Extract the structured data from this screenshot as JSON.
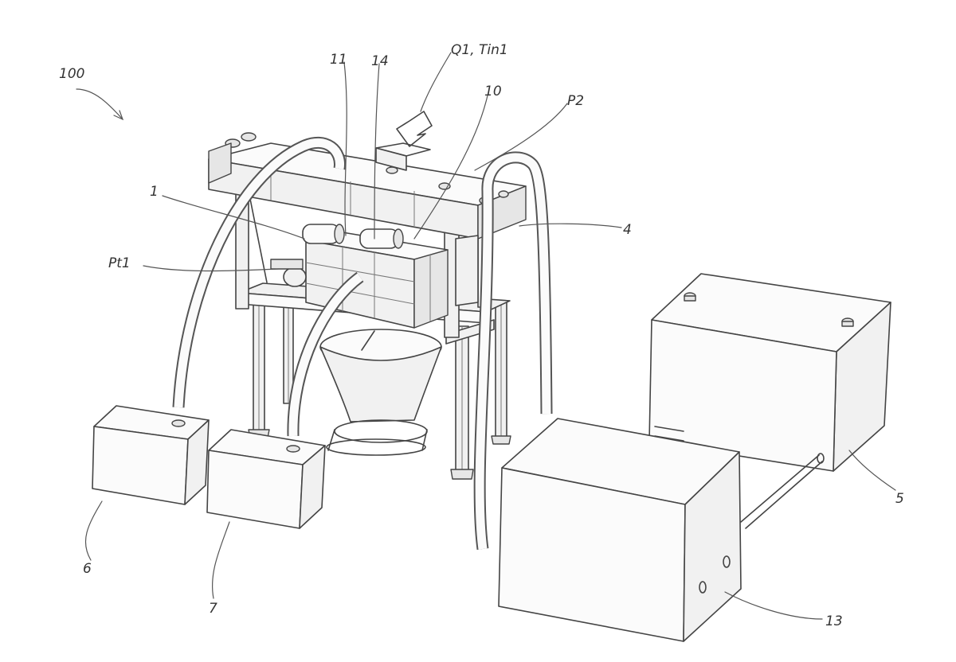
{
  "labels": {
    "system": "100",
    "module": "1",
    "sensor_pt1": "Pt1",
    "part_11": "11",
    "part_14": "14",
    "inlet_flow": "Q1, Tin1",
    "part_10": "10",
    "sensor_p2": "P2",
    "part_4": "4",
    "tank_5": "5",
    "tank_6": "6",
    "tank_7": "7",
    "tank_13": "13"
  }
}
